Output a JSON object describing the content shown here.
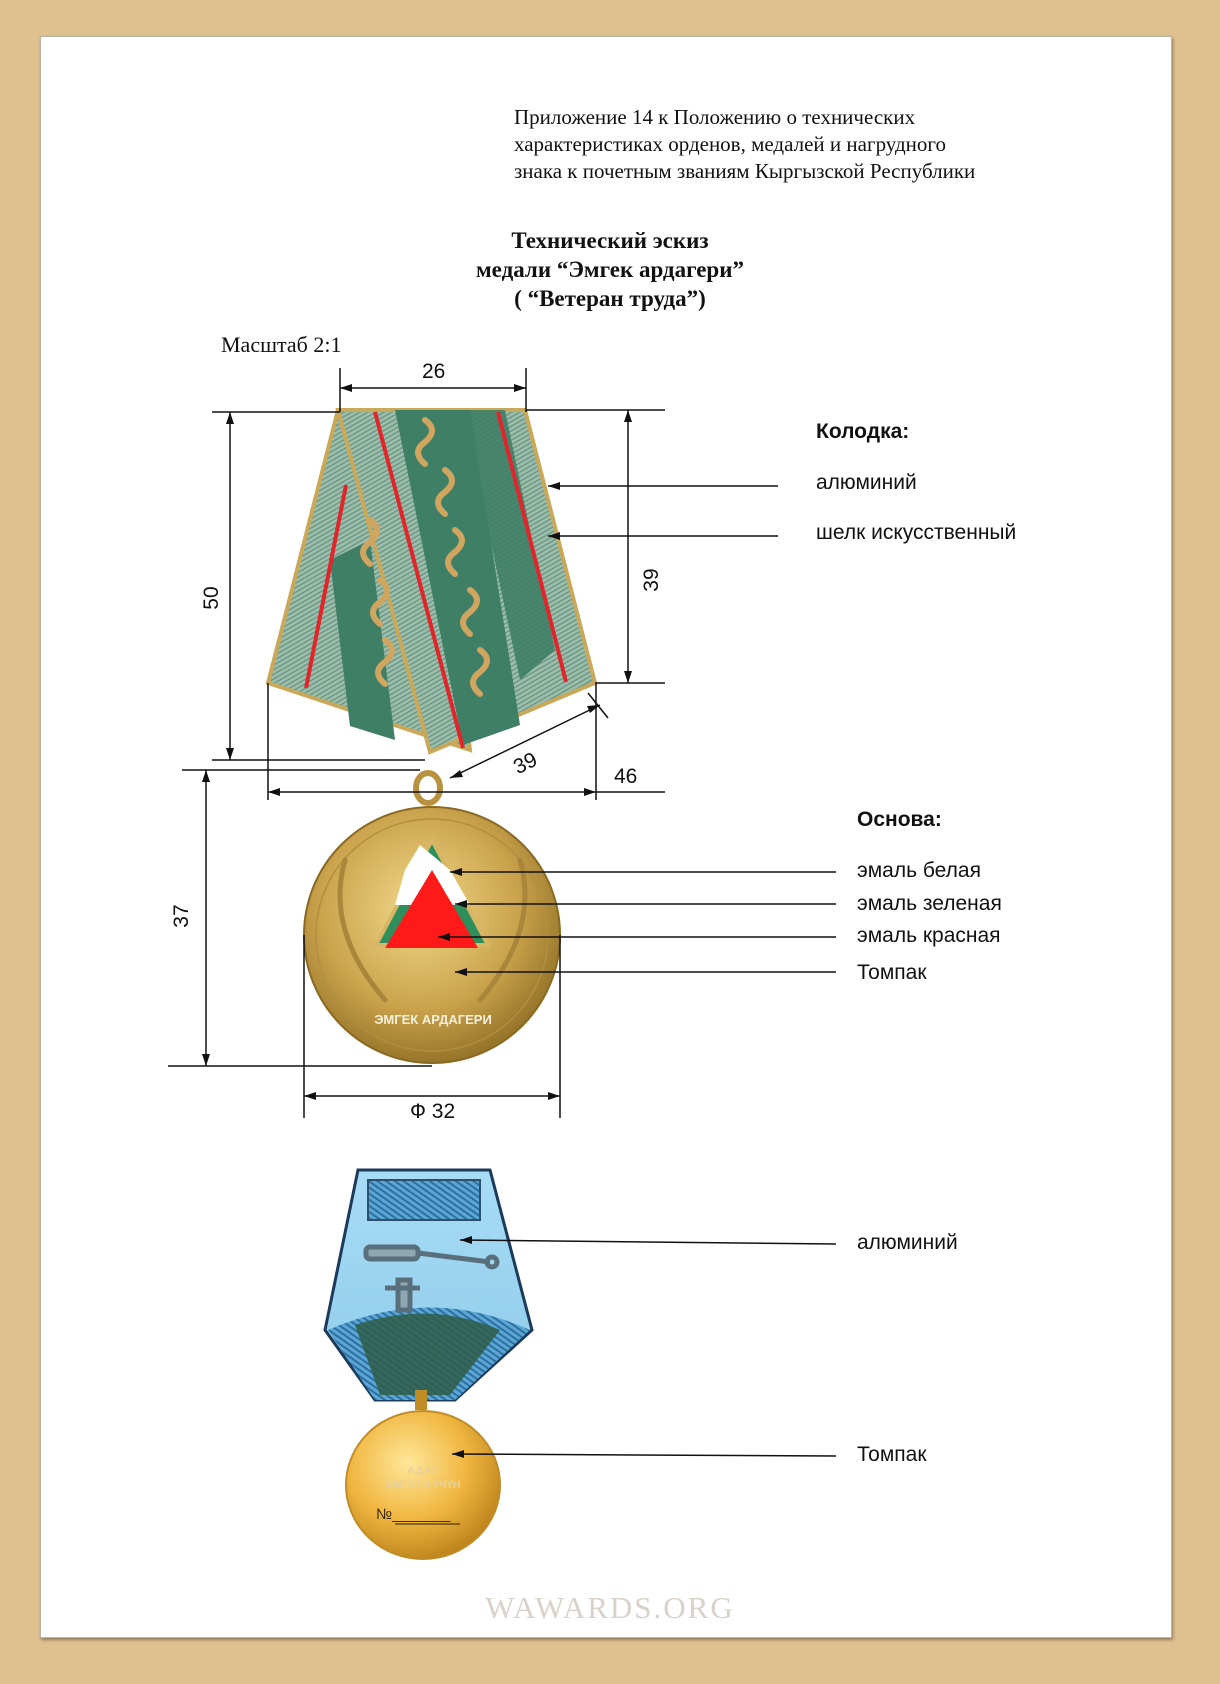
{
  "header": {
    "line1": "Приложение 14 к Положению о технических",
    "line2": "характеристиках орденов, медалей и нагрудного",
    "line3": "знака к почетным званиям Кыргызской Республики"
  },
  "title": {
    "line1": "Технический эскиз",
    "line2": "медали “Эмгек ардагери”",
    "line3": "( “Ветеран труда”)"
  },
  "scale": "Масштаб 2:1",
  "dimensions": {
    "top_width": "26",
    "height_left": "50",
    "height_right": "39",
    "slant": "39",
    "bottom_width": "46",
    "medal_height": "37",
    "diameter": "Ф 32"
  },
  "kolodka": {
    "heading": "Колодка:",
    "material1": "алюминий",
    "material2": "шелк искусственный"
  },
  "osnova": {
    "heading": "Основа:",
    "item1": "эмаль белая",
    "item2": "эмаль зеленая",
    "item3": "эмаль красная",
    "item4": "Томпак"
  },
  "medal_front_text": "ЭМГЕК АРДАГЕРИ",
  "reverse": {
    "label1": "алюминий",
    "label2": "Томпак",
    "medal_text1": "АДАЛ",
    "medal_text2": "ЭМГЕГИ ҮЧҮН",
    "number": "№_______"
  },
  "watermark": "WAWARDS.ORG",
  "colors": {
    "frame": "#dfc08f",
    "ribbon_green": "#3e7f66",
    "ribbon_light": "#8fb3a2",
    "ornament_gold": "#cfa560",
    "stripe_red": "#e0262a",
    "medal_gold": "#c9a24a",
    "enamel_red": "#ff1a1a",
    "enamel_green": "#2f8f5c",
    "aluminium_blue": "#9ed3f0"
  }
}
